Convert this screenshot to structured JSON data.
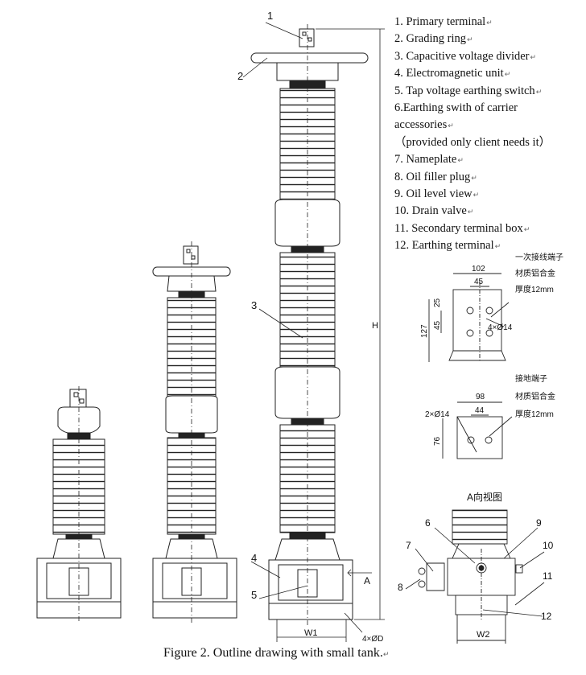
{
  "figure": {
    "caption": "Figure 2. Outline drawing with small tank.",
    "return_mark": "↵"
  },
  "legend": {
    "items": [
      {
        "text": " 1. Primary terminal",
        "mark": "↵"
      },
      {
        "text": " 2. Grading ring",
        "mark": "↵"
      },
      {
        "text": " 3. Capacitive voltage divider",
        "mark": "↵"
      },
      {
        "text": " 4. Electromagnetic unit",
        "mark": "↵"
      },
      {
        "text": " 5. Tap voltage earthing switch",
        "mark": "↵"
      },
      {
        "text": "  6.Earthing swith of carrier",
        "mark": ""
      },
      {
        "text": "accessories",
        "mark": "↵"
      },
      {
        "text": " （provided only client needs it）",
        "mark": ""
      },
      {
        "text": " 7. Nameplate",
        "mark": "↵"
      },
      {
        "text": " 8. Oil filler plug",
        "mark": "↵"
      },
      {
        "text": " 9. Oil level view",
        "mark": "↵"
      },
      {
        "text": "10. Drain valve",
        "mark": "↵"
      },
      {
        "text": "11. Secondary terminal box",
        "mark": "↵"
      },
      {
        "text": "12. Earthing terminal",
        "mark": "↵"
      }
    ]
  },
  "callouts": {
    "n1": "1",
    "n2": "2",
    "n3": "3",
    "n4": "4",
    "n5": "5",
    "n6": "6",
    "n7": "7",
    "n8": "8",
    "n9": "9",
    "n10": "10",
    "n11": "11",
    "n12": "12"
  },
  "dimensions": {
    "height": "H",
    "w1": "W1",
    "w2": "W2",
    "holes": "4×ØD",
    "view_arrow": "A",
    "view_title": "A向视图"
  },
  "primary_terminal_detail": {
    "note_line1": "一次接线端子",
    "note_line2": "材质铝合金",
    "note_line3": "厚度12mm",
    "width": "102",
    "spacing": "45",
    "v1": "25",
    "v2": "45",
    "height": "127",
    "holes": "4×Ø14"
  },
  "earthing_terminal_detail": {
    "note_line1": "接地端子",
    "note_line2": "材质铝合金",
    "note_line3": "厚度12mm",
    "width": "98",
    "spacing": "44",
    "height": "76",
    "holes": "2×Ø14"
  }
}
